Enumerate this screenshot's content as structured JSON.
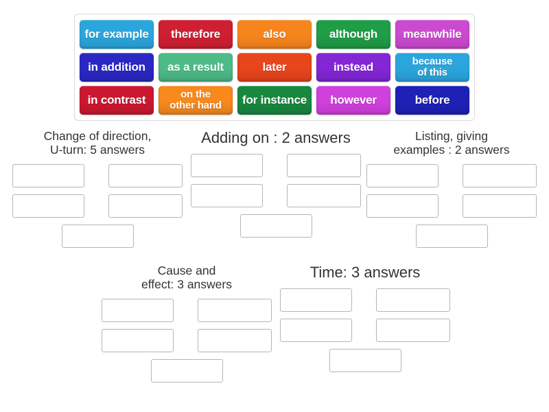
{
  "tile_bank": {
    "name": "word-tile-bank",
    "rows": [
      [
        {
          "label": "for example",
          "color": "#2ba6dd",
          "two_line": false
        },
        {
          "label": "therefore",
          "color": "#cf1f32",
          "two_line": false
        },
        {
          "label": "also",
          "color": "#f7851d",
          "two_line": false
        },
        {
          "label": "although",
          "color": "#1f9d47",
          "two_line": false
        },
        {
          "label": "meanwhile",
          "color": "#cc4ad0",
          "two_line": false
        }
      ],
      [
        {
          "label": "in addition",
          "color": "#2a27c4",
          "two_line": false
        },
        {
          "label": "as a result",
          "color": "#4cbb87",
          "two_line": false
        },
        {
          "label": "later",
          "color": "#e8451c",
          "two_line": false
        },
        {
          "label": "instead",
          "color": "#8326d6",
          "two_line": false
        },
        {
          "label": "because\nof this",
          "color": "#2ba6dd",
          "two_line": true
        }
      ],
      [
        {
          "label": "in contrast",
          "color": "#cc1730",
          "two_line": false
        },
        {
          "label": "on the\nother hand",
          "color": "#f7891d",
          "two_line": true
        },
        {
          "label": "for instance",
          "color": "#18883f",
          "two_line": false
        },
        {
          "label": "however",
          "color": "#d040dc",
          "two_line": false
        },
        {
          "label": "before",
          "color": "#1e21b6",
          "two_line": false
        }
      ]
    ]
  },
  "groups": [
    {
      "id": "change",
      "title": "Change of direction,\nU-turn: 5 answers",
      "title_size": "small",
      "answer_count": 5,
      "slots": [
        "",
        "",
        "",
        "",
        ""
      ]
    },
    {
      "id": "adding",
      "title": "Adding on : 2 answers",
      "title_size": "large",
      "answer_count": 2,
      "slots": [
        "",
        "",
        "",
        "",
        ""
      ]
    },
    {
      "id": "listing",
      "title": "Listing, giving\nexamples : 2 answers",
      "title_size": "small",
      "answer_count": 2,
      "slots": [
        "",
        "",
        "",
        "",
        ""
      ]
    },
    {
      "id": "cause",
      "title": "Cause and\neffect: 3 answers",
      "title_size": "small",
      "answer_count": 3,
      "slots": [
        "",
        "",
        "",
        "",
        ""
      ]
    },
    {
      "id": "time",
      "title": "Time: 3 answers",
      "title_size": "large",
      "answer_count": 3,
      "slots": [
        "",
        "",
        "",
        "",
        ""
      ]
    }
  ],
  "colors": {
    "slot_border": "#b5b5b5",
    "bank_border": "#d9d9d9",
    "page_background": "#ffffff",
    "title_text": "#333333",
    "tile_text": "#ffffff"
  }
}
